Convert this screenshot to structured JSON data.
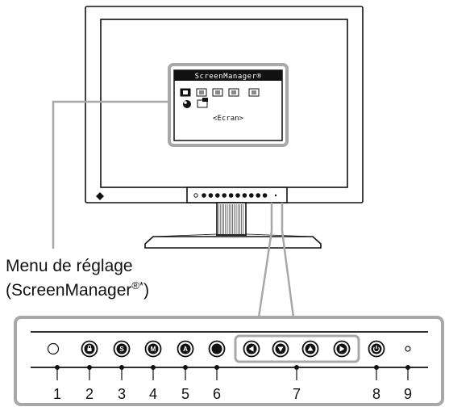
{
  "osd": {
    "title": "ScreenManager®",
    "subtitle": "<Ecran>"
  },
  "label": {
    "line1": "Menu de réglage",
    "line2_prefix": "(ScreenManager",
    "line2_sup": "®*",
    "line2_suffix": ")"
  },
  "panel": {
    "numbers": [
      "1",
      "2",
      "3",
      "4",
      "5",
      "6",
      "7",
      "8",
      "9"
    ],
    "buttons": [
      {
        "name": "sensor-ring",
        "symbol": ""
      },
      {
        "name": "lock-button",
        "symbol": "lock"
      },
      {
        "name": "s-button",
        "symbol": "S"
      },
      {
        "name": "m-button",
        "symbol": "M"
      },
      {
        "name": "a-button",
        "symbol": "A"
      },
      {
        "name": "enter-button",
        "symbol": "dot"
      },
      {
        "name": "left-button",
        "symbol": "left"
      },
      {
        "name": "down-button",
        "symbol": "down"
      },
      {
        "name": "up-button",
        "symbol": "up"
      },
      {
        "name": "right-button",
        "symbol": "right"
      },
      {
        "name": "power-button",
        "symbol": "power"
      },
      {
        "name": "power-indicator",
        "symbol": "led"
      }
    ]
  },
  "colors": {
    "line": "#111111",
    "callout_gray": "#a8a8a8",
    "panel_bg": "#ffffff"
  }
}
